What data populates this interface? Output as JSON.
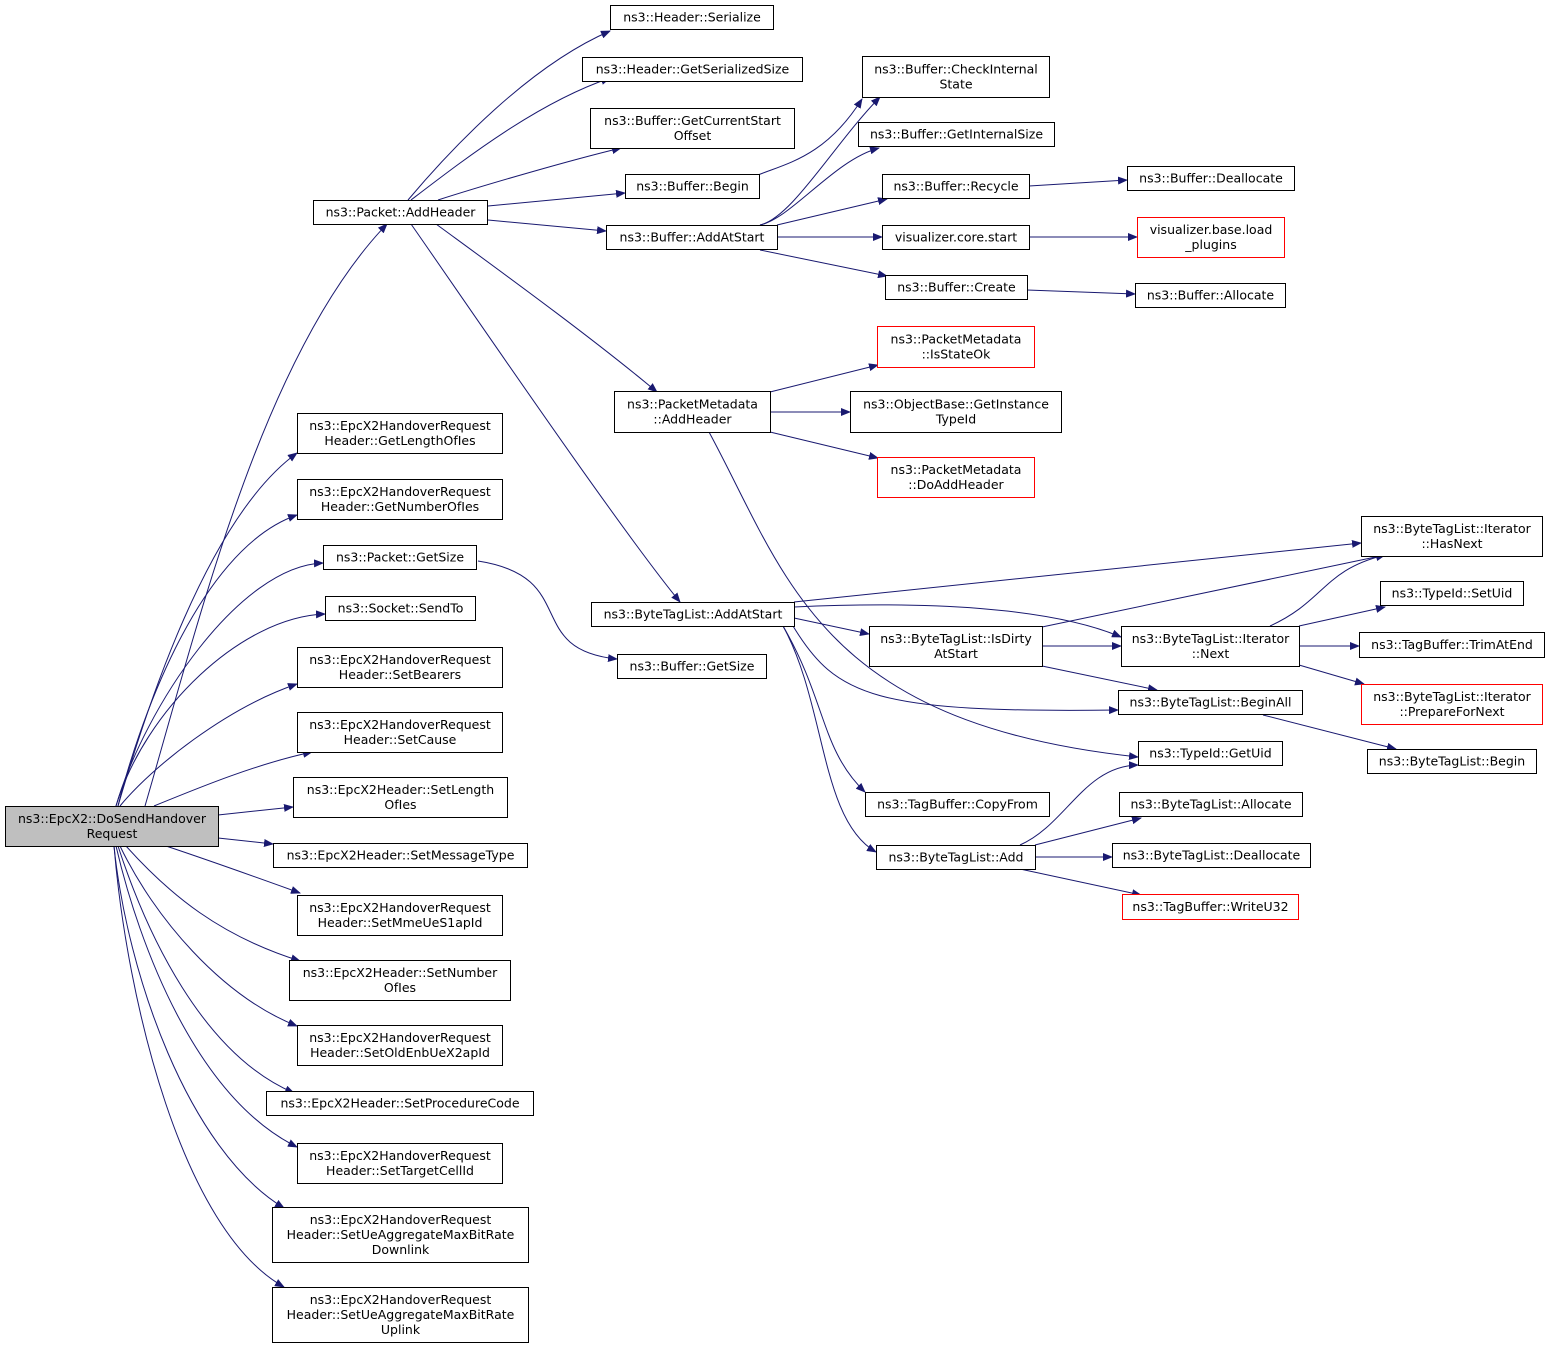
{
  "nodes": [
    {
      "id": "root",
      "lines": [
        "ns3::EpcX2::DoSendHandover",
        "Request"
      ],
      "root": true
    },
    {
      "id": "pkt_addheader",
      "lines": [
        "ns3::Packet::AddHeader"
      ]
    },
    {
      "id": "get_len_ofies",
      "lines": [
        "ns3::EpcX2HandoverRequest",
        "Header::GetLengthOfIes"
      ]
    },
    {
      "id": "get_num_ofies",
      "lines": [
        "ns3::EpcX2HandoverRequest",
        "Header::GetNumberOfIes"
      ]
    },
    {
      "id": "pkt_getsize",
      "lines": [
        "ns3::Packet::GetSize"
      ]
    },
    {
      "id": "sock_sendto",
      "lines": [
        "ns3::Socket::SendTo"
      ]
    },
    {
      "id": "set_bearers",
      "lines": [
        "ns3::EpcX2HandoverRequest",
        "Header::SetBearers"
      ]
    },
    {
      "id": "set_cause",
      "lines": [
        "ns3::EpcX2HandoverRequest",
        "Header::SetCause"
      ]
    },
    {
      "id": "set_length_ofies",
      "lines": [
        "ns3::EpcX2Header::SetLength",
        "OfIes"
      ]
    },
    {
      "id": "set_msgtype",
      "lines": [
        "ns3::EpcX2Header::SetMessageType"
      ]
    },
    {
      "id": "set_mme",
      "lines": [
        "ns3::EpcX2HandoverRequest",
        "Header::SetMmeUeS1apId"
      ]
    },
    {
      "id": "set_number_ofies",
      "lines": [
        "ns3::EpcX2Header::SetNumber",
        "OfIes"
      ]
    },
    {
      "id": "set_oldenb",
      "lines": [
        "ns3::EpcX2HandoverRequest",
        "Header::SetOldEnbUeX2apId"
      ]
    },
    {
      "id": "set_proc",
      "lines": [
        "ns3::EpcX2Header::SetProcedureCode"
      ]
    },
    {
      "id": "set_target",
      "lines": [
        "ns3::EpcX2HandoverRequest",
        "Header::SetTargetCellId"
      ]
    },
    {
      "id": "set_ue_down",
      "lines": [
        "ns3::EpcX2HandoverRequest",
        "Header::SetUeAggregateMaxBitRate",
        "Downlink"
      ]
    },
    {
      "id": "set_ue_up",
      "lines": [
        "ns3::EpcX2HandoverRequest",
        "Header::SetUeAggregateMaxBitRate",
        "Uplink"
      ]
    },
    {
      "id": "hdr_serialize",
      "lines": [
        "ns3::Header::Serialize"
      ]
    },
    {
      "id": "hdr_getsersize",
      "lines": [
        "ns3::Header::GetSerializedSize"
      ]
    },
    {
      "id": "buf_getcurstart",
      "lines": [
        "ns3::Buffer::GetCurrentStart",
        "Offset"
      ]
    },
    {
      "id": "buf_begin",
      "lines": [
        "ns3::Buffer::Begin"
      ]
    },
    {
      "id": "buf_addatstart",
      "lines": [
        "ns3::Buffer::AddAtStart"
      ]
    },
    {
      "id": "pm_addheader",
      "lines": [
        "ns3::PacketMetadata",
        "::AddHeader"
      ]
    },
    {
      "id": "btl_addatstart",
      "lines": [
        "ns3::ByteTagList::AddAtStart"
      ]
    },
    {
      "id": "buf_getsize",
      "lines": [
        "ns3::Buffer::GetSize"
      ]
    },
    {
      "id": "buf_checkinternal",
      "lines": [
        "ns3::Buffer::CheckInternal",
        "State"
      ]
    },
    {
      "id": "buf_getinternalsize",
      "lines": [
        "ns3::Buffer::GetInternalSize"
      ]
    },
    {
      "id": "buf_recycle",
      "lines": [
        "ns3::Buffer::Recycle"
      ]
    },
    {
      "id": "vis_core_start",
      "lines": [
        "visualizer.core.start"
      ]
    },
    {
      "id": "buf_create",
      "lines": [
        "ns3::Buffer::Create"
      ]
    },
    {
      "id": "buf_deallocate",
      "lines": [
        "ns3::Buffer::Deallocate"
      ]
    },
    {
      "id": "vis_load_plugins",
      "lines": [
        "visualizer.base.load",
        "_plugins"
      ],
      "truncated": true
    },
    {
      "id": "buf_allocate",
      "lines": [
        "ns3::Buffer::Allocate"
      ]
    },
    {
      "id": "pm_isstateok",
      "lines": [
        "ns3::PacketMetadata",
        "::IsStateOk"
      ],
      "truncated": true
    },
    {
      "id": "ob_getinstancetypeid",
      "lines": [
        "ns3::ObjectBase::GetInstance",
        "TypeId"
      ]
    },
    {
      "id": "pm_doaddheader",
      "lines": [
        "ns3::PacketMetadata",
        "::DoAddHeader"
      ],
      "truncated": true
    },
    {
      "id": "btl_isdirty",
      "lines": [
        "ns3::ByteTagList::IsDirty",
        "AtStart"
      ]
    },
    {
      "id": "tb_copyfrom",
      "lines": [
        "ns3::TagBuffer::CopyFrom"
      ]
    },
    {
      "id": "btl_add",
      "lines": [
        "ns3::ByteTagList::Add"
      ]
    },
    {
      "id": "btl_it_next",
      "lines": [
        "ns3::ByteTagList::Iterator",
        "::Next"
      ]
    },
    {
      "id": "btl_beginall",
      "lines": [
        "ns3::ByteTagList::BeginAll"
      ]
    },
    {
      "id": "typeid_getuid",
      "lines": [
        "ns3::TypeId::GetUid"
      ]
    },
    {
      "id": "btl_allocate",
      "lines": [
        "ns3::ByteTagList::Allocate"
      ]
    },
    {
      "id": "btl_deallocate",
      "lines": [
        "ns3::ByteTagList::Deallocate"
      ]
    },
    {
      "id": "tb_writeu32",
      "lines": [
        "ns3::TagBuffer::WriteU32"
      ],
      "truncated": true
    },
    {
      "id": "btl_it_hasnext",
      "lines": [
        "ns3::ByteTagList::Iterator",
        "::HasNext"
      ]
    },
    {
      "id": "typeid_setuid",
      "lines": [
        "ns3::TypeId::SetUid"
      ]
    },
    {
      "id": "tb_trimatend",
      "lines": [
        "ns3::TagBuffer::TrimAtEnd"
      ]
    },
    {
      "id": "btl_it_preparefornext",
      "lines": [
        "ns3::ByteTagList::Iterator",
        "::PrepareForNext"
      ],
      "truncated": true
    },
    {
      "id": "btl_begin",
      "lines": [
        "ns3::ByteTagList::Begin"
      ]
    }
  ],
  "colors": {
    "edge": "#191970",
    "root_fill": "#bfbfbf",
    "truncated_border": "#ff0000",
    "border": "#000000"
  }
}
